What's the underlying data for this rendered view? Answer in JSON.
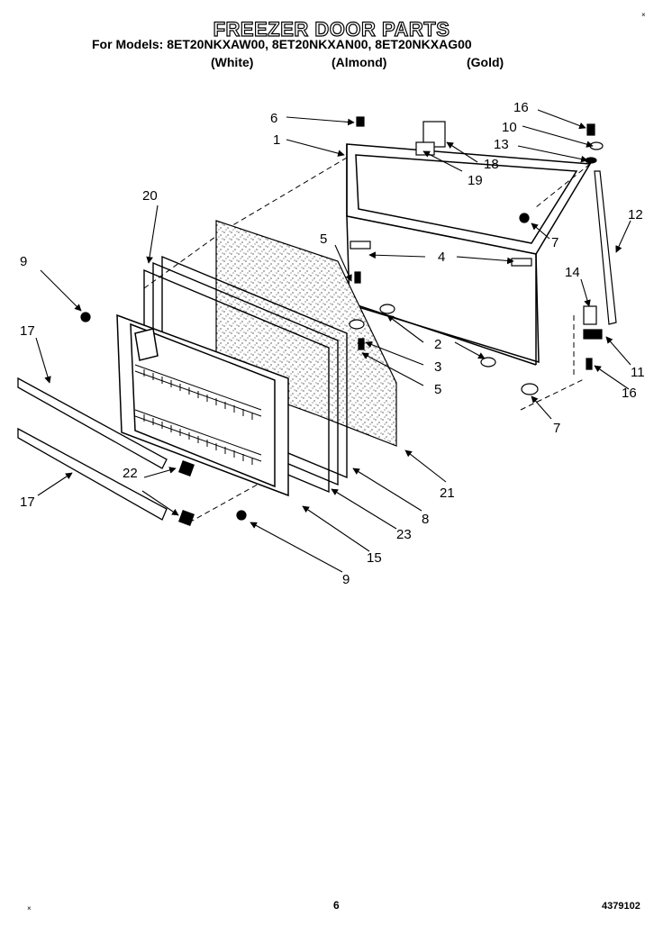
{
  "header": {
    "title": "FREEZER DOOR PARTS",
    "models_line": "For Models: 8ET20NKXAW00, 8ET20NKXAN00, 8ET20NKXAG00",
    "colors": [
      "(White)",
      "(Almond)",
      "(Gold)"
    ]
  },
  "footer": {
    "page_number": "6",
    "document_number": "4379102"
  },
  "callouts": [
    "1",
    "2",
    "3",
    "4",
    "5",
    "5",
    "6",
    "7",
    "7",
    "8",
    "9",
    "9",
    "10",
    "11",
    "12",
    "13",
    "14",
    "15",
    "16",
    "16",
    "17",
    "17",
    "18",
    "19",
    "20",
    "21",
    "22",
    "23"
  ]
}
